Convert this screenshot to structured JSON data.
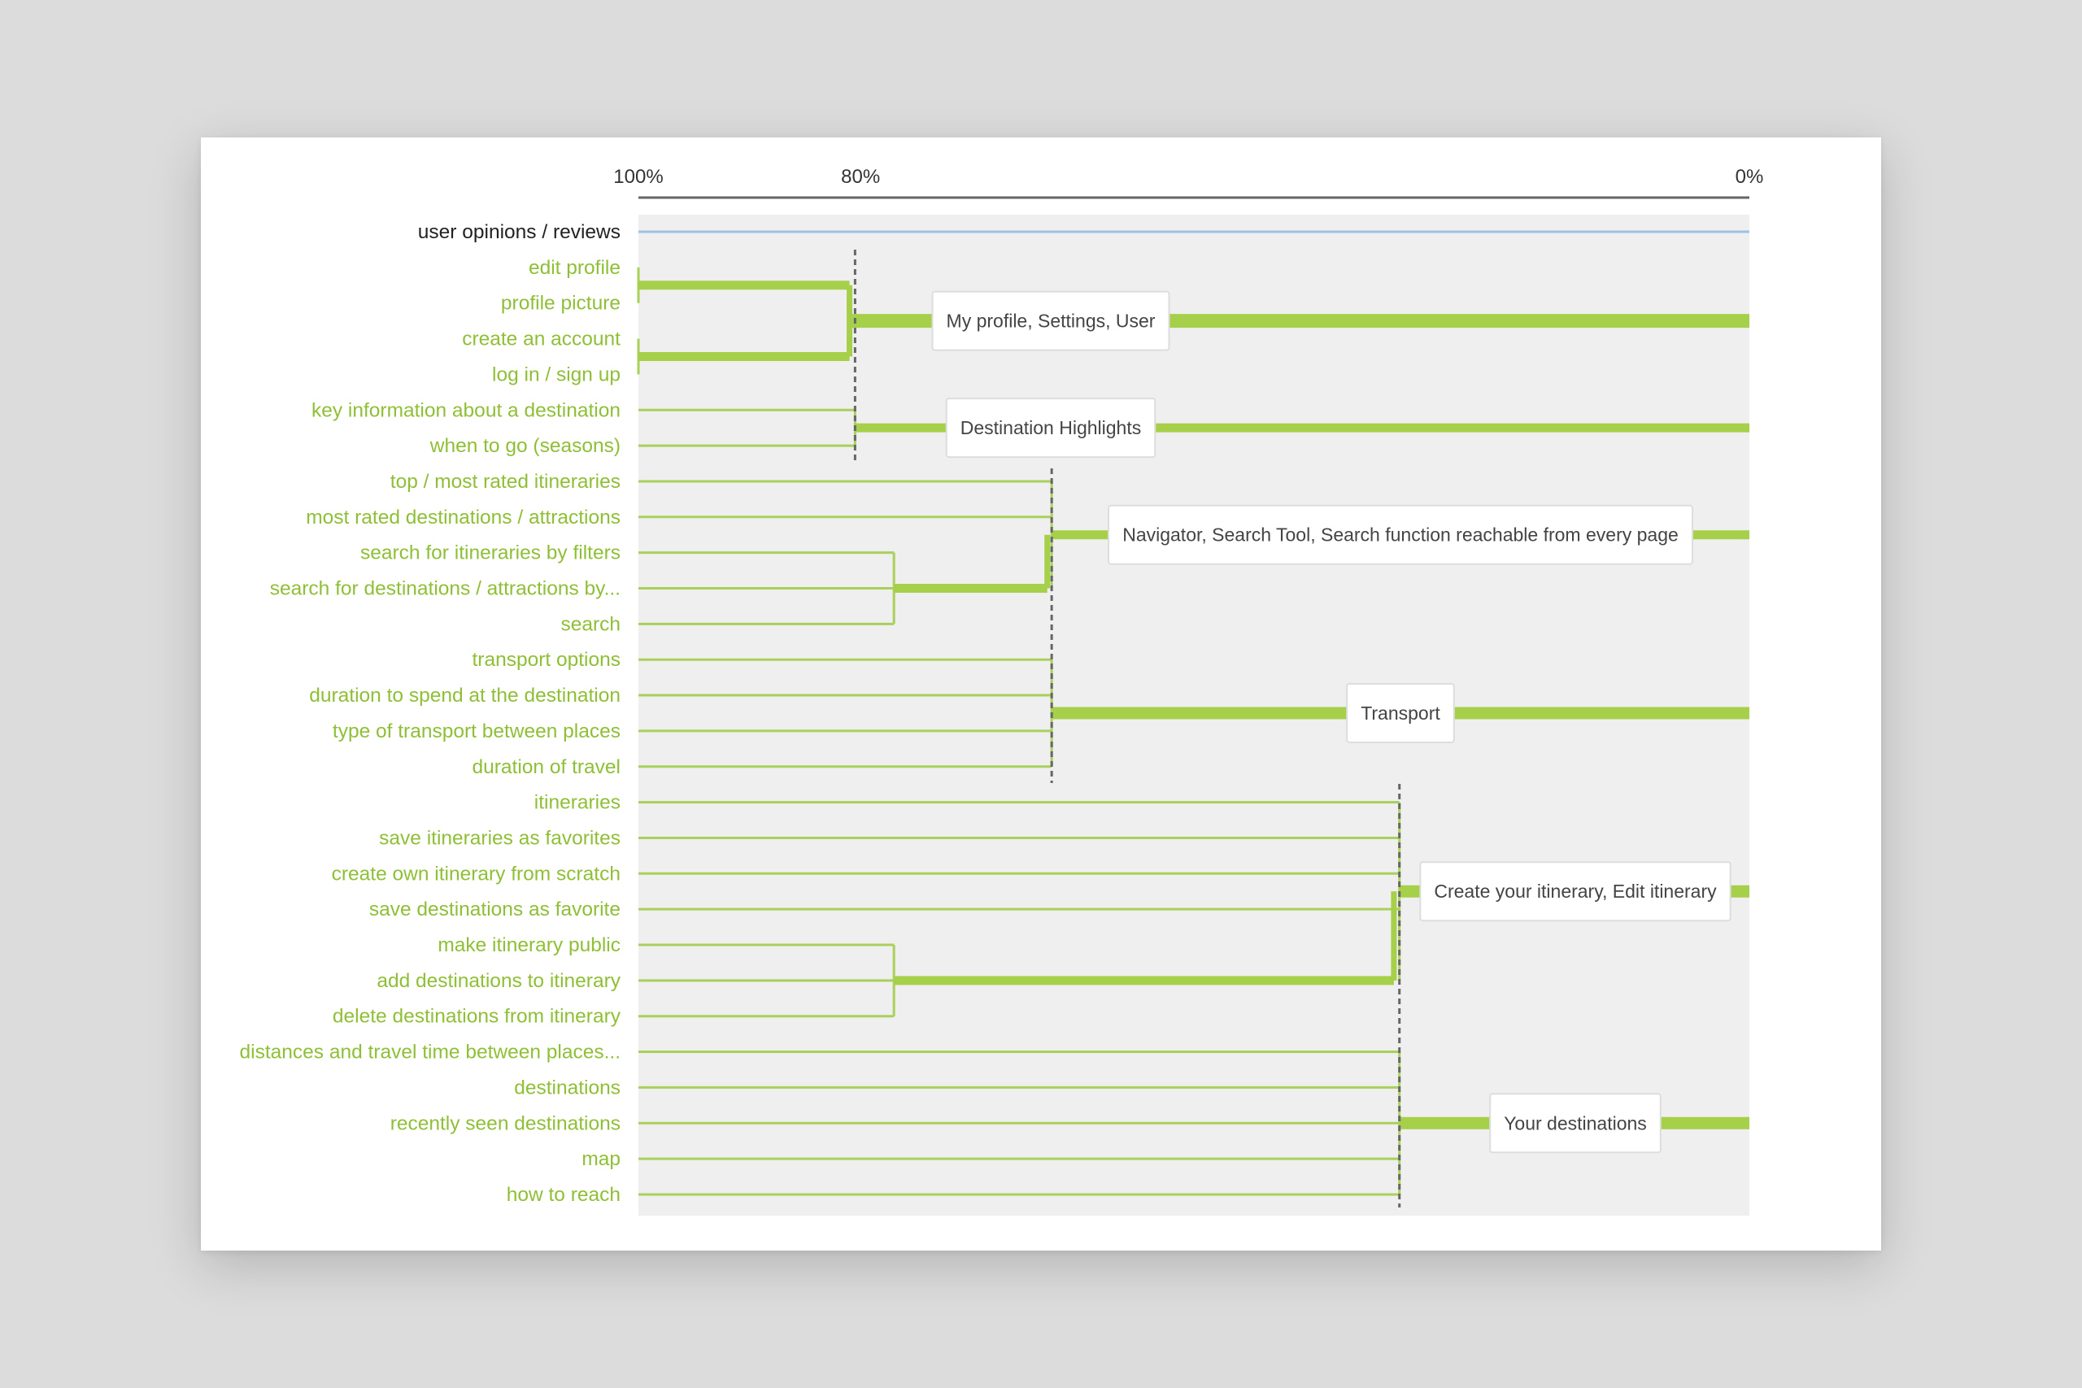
{
  "theme": {
    "accent": "#a6cf4a",
    "accent_thin": "#a9d05a",
    "ungrouped_line": "#9ec1e8",
    "plot_bg": "#efefef",
    "axis": "#666666",
    "dashed": "#666666",
    "label_box_border": "#dddddd"
  },
  "axis": {
    "ticks": [
      {
        "label": "100%",
        "value": 100
      },
      {
        "label": "80%",
        "value": 80
      },
      {
        "label": "0%",
        "value": 0
      }
    ],
    "range": [
      100,
      0
    ]
  },
  "leaves": [
    {
      "label": "user opinions / reviews",
      "grouped": false
    },
    {
      "label": "edit profile",
      "grouped": true
    },
    {
      "label": "profile picture",
      "grouped": true
    },
    {
      "label": "create an account",
      "grouped": true
    },
    {
      "label": "log in / sign up",
      "grouped": true
    },
    {
      "label": "key information about a destination",
      "grouped": true
    },
    {
      "label": "when to go (seasons)",
      "grouped": true
    },
    {
      "label": "top / most rated itineraries",
      "grouped": true
    },
    {
      "label": "most rated destinations / attractions",
      "grouped": true
    },
    {
      "label": "search for itineraries by filters",
      "grouped": true
    },
    {
      "label": "search for destinations / attractions by...",
      "grouped": true
    },
    {
      "label": "search",
      "grouped": true
    },
    {
      "label": "transport options",
      "grouped": true
    },
    {
      "label": "duration to spend at the destination",
      "grouped": true
    },
    {
      "label": "type of transport between places",
      "grouped": true
    },
    {
      "label": "duration of travel",
      "grouped": true
    },
    {
      "label": "itineraries",
      "grouped": true
    },
    {
      "label": "save itineraries as favorites",
      "grouped": true
    },
    {
      "label": "create own itinerary from scratch",
      "grouped": true
    },
    {
      "label": "save destinations as favorite",
      "grouped": true
    },
    {
      "label": "make itinerary public",
      "grouped": true
    },
    {
      "label": "add destinations to itinerary",
      "grouped": true
    },
    {
      "label": "delete destinations from itinerary",
      "grouped": true
    },
    {
      "label": "distances and travel time between places...",
      "grouped": true
    },
    {
      "label": "destinations",
      "grouped": true
    },
    {
      "label": "recently seen destinations",
      "grouped": true
    },
    {
      "label": "map",
      "grouped": true
    },
    {
      "label": "how to reach",
      "grouped": true
    }
  ],
  "clusters": [
    {
      "label": "My profile, Settings, User",
      "cutoff": 80.5,
      "subgroups": [
        {
          "leaves": [
            1,
            2
          ],
          "at": 100
        },
        {
          "leaves": [
            3,
            4
          ],
          "at": 100
        }
      ],
      "subgroup_merge_at": 81
    },
    {
      "label": "Destination Highlights",
      "cutoff": 80.5,
      "direct_leaves": [
        5,
        6
      ]
    },
    {
      "label": "Navigator, Search Tool, Search function reachable from every page",
      "cutoff": 62.8,
      "direct_leaves": [
        7,
        8
      ],
      "subgroups": [
        {
          "leaves": [
            9,
            10,
            11
          ],
          "at": 77
        }
      ],
      "subgroup_merge_at": 63.2
    },
    {
      "label": "Transport",
      "cutoff": 62.8,
      "direct_leaves": [
        12,
        13,
        14,
        15
      ]
    },
    {
      "label": "Create your itinerary, Edit itinerary",
      "cutoff": 31.5,
      "direct_leaves": [
        16,
        17,
        18,
        19
      ],
      "subgroups": [
        {
          "leaves": [
            20,
            21,
            22
          ],
          "at": 77
        }
      ],
      "subgroup_merge_at": 32
    },
    {
      "label": "Your destinations",
      "cutoff": 31.5,
      "direct_leaves": [
        23,
        24,
        25,
        26,
        27
      ]
    }
  ]
}
